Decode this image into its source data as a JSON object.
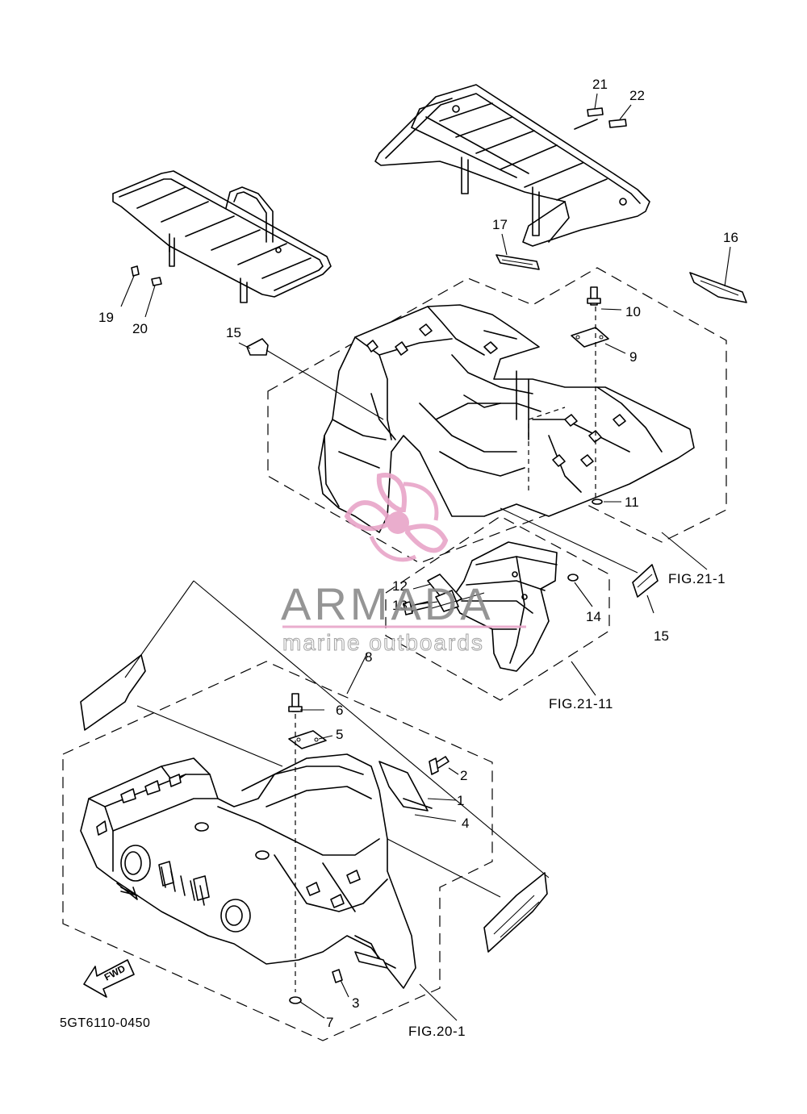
{
  "watermark": {
    "brand": "ARMADA",
    "tagline": "marine outboards",
    "colors": {
      "logo": "#e8a5c8",
      "text": "#8a8a8a",
      "rule": "#e8a5c8"
    }
  },
  "drawing_code": "5GT6110-0450",
  "direction_badge": "FWD",
  "figure_refs": [
    "FIG.21-1",
    "FIG.21-11",
    "FIG.20-1"
  ],
  "callouts": [
    "1",
    "2",
    "3",
    "4",
    "5",
    "6",
    "7",
    "8",
    "9",
    "10",
    "11",
    "12",
    "13",
    "14",
    "15",
    "15",
    "16",
    "17",
    "19",
    "20",
    "21",
    "22"
  ]
}
